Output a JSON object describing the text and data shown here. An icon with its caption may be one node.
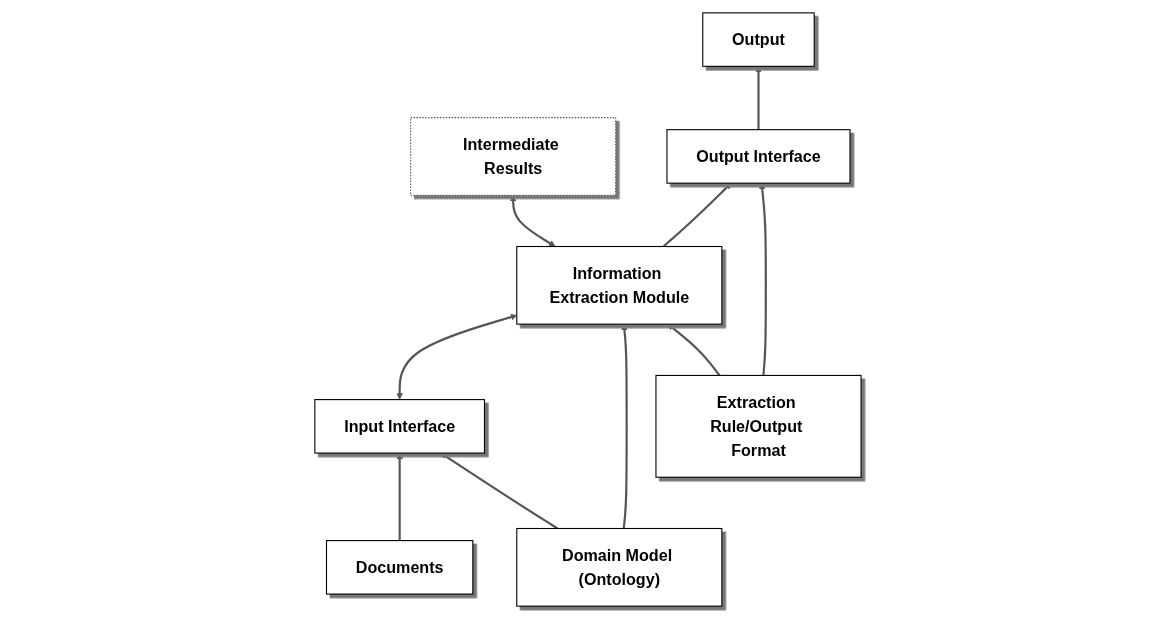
{
  "diagram": {
    "nodes": [
      {
        "text": [
          "Documents"
        ]
      },
      {
        "text": [
          "Intermediate Results"
        ]
      },
      {
        "text": [
          "Output"
        ]
      },
      {
        "text": [
          "Input Interface"
        ]
      },
      {
        "text": [
          "Information Extraction Module"
        ]
      },
      {
        "text": [
          "Output Interface"
        ]
      },
      {
        "text": [
          "Domain Model (Ontology)"
        ]
      },
      {
        "text": [
          "Extraction Rule/Output Format"
        ]
      }
    ],
    "edges": [
      {
        "from": 0,
        "to": 3,
        "arrow": "to"
      },
      {
        "from": 3,
        "to": 4,
        "arrow": "both"
      },
      {
        "from": 4,
        "to": 1,
        "arrow": "both"
      },
      {
        "from": 4,
        "to": 5,
        "arrow": "to"
      },
      {
        "from": 5,
        "to": 2,
        "arrow": "to"
      },
      {
        "from": 6,
        "to": 3,
        "arrow": "to"
      },
      {
        "from": 6,
        "to": 4,
        "arrow": "to"
      },
      {
        "from": 7,
        "to": 4,
        "arrow": "to"
      },
      {
        "from": 7,
        "to": 5,
        "arrow": "to"
      }
    ]
  }
}
